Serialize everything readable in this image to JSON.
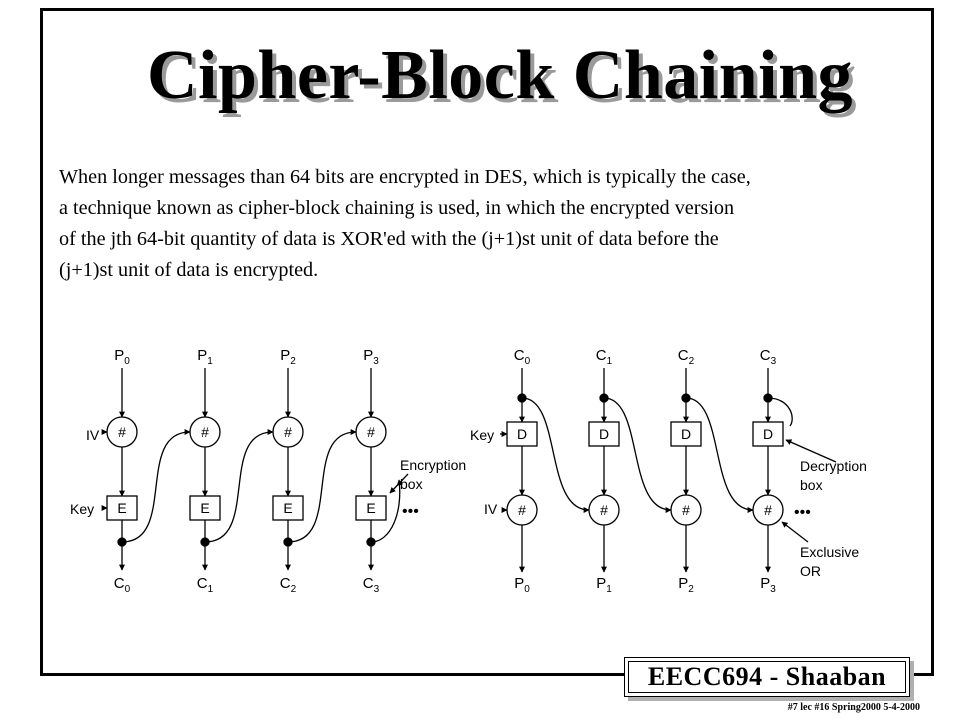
{
  "title": "Cipher-Block Chaining",
  "body_lines": [
    "When longer messages than 64 bits are encrypted in DES, which is typically the case,",
    "a technique known as cipher-block chaining is used,  in which  the encrypted version",
    "of the jth 64-bit quantity of data is XOR'ed  with the (j+1)st  unit of data before the",
    "(j+1)st unit of data is encrypted."
  ],
  "encryption": {
    "inputs": [
      [
        "P",
        "0"
      ],
      [
        "P",
        "1"
      ],
      [
        "P",
        "2"
      ],
      [
        "P",
        "3"
      ]
    ],
    "outputs": [
      [
        "C",
        "0"
      ],
      [
        "C",
        "1"
      ],
      [
        "C",
        "2"
      ],
      [
        "C",
        "3"
      ]
    ],
    "xor_symbol": "#",
    "box_symbol": "E",
    "iv_label": "IV",
    "key_label": "Key",
    "callout_line1": "Encryption",
    "callout_line2": "box",
    "ellipsis": "•••"
  },
  "decryption": {
    "inputs": [
      [
        "C",
        "0"
      ],
      [
        "C",
        "1"
      ],
      [
        "C",
        "2"
      ],
      [
        "C",
        "3"
      ]
    ],
    "outputs": [
      [
        "P",
        "0"
      ],
      [
        "P",
        "1"
      ],
      [
        "P",
        "2"
      ],
      [
        "P",
        "3"
      ]
    ],
    "xor_symbol": "#",
    "box_symbol": "D",
    "iv_label": "IV",
    "key_label": "Key",
    "callout_decrypt_line1": "Decryption",
    "callout_decrypt_line2": "box",
    "callout_xor_line1": "Exclusive",
    "callout_xor_line2": "OR",
    "ellipsis": "•••"
  },
  "footer": {
    "label": "EECC694 - Shaaban",
    "note": "#7  lec #16  Spring2000   5-4-2000"
  }
}
